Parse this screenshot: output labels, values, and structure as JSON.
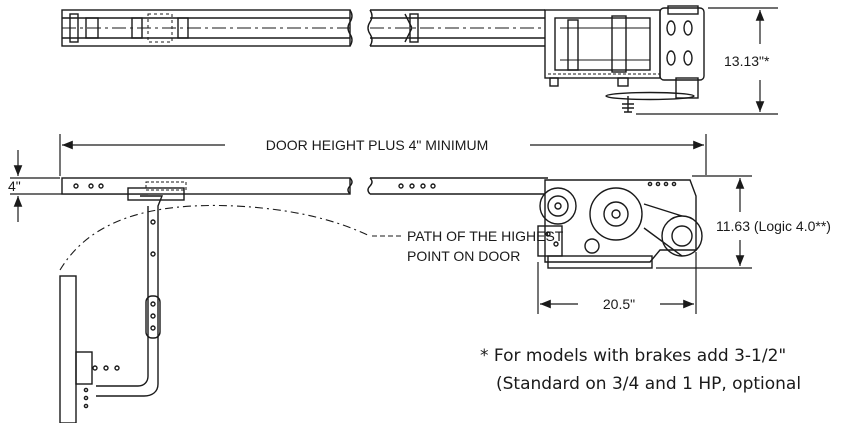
{
  "labels": {
    "door_height": "DOOR HEIGHT PLUS 4\" MINIMUM",
    "dim_depth": "13.13\"*",
    "dim_four": "4\"",
    "dim_height": "11.63 (Logic 4.0**)",
    "dim_width": "20.5\"",
    "path_line1": "PATH OF THE HIGHEST",
    "path_line2": "POINT ON DOOR"
  },
  "notes": {
    "line1": "* For models with brakes add 3-1/2\"",
    "line2": "(Standard on 3/4 and 1 HP, optional"
  },
  "colors": {
    "ink": "#1a1a1a",
    "paper": "#ffffff"
  }
}
